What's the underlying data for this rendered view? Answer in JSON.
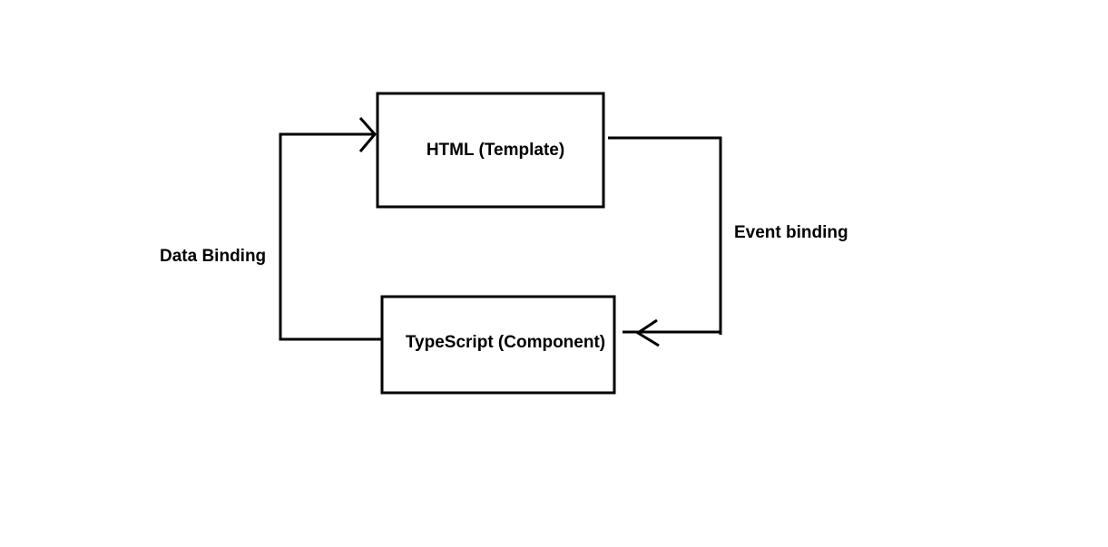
{
  "diagram": {
    "nodes": {
      "template": {
        "label": "HTML (Template)"
      },
      "component": {
        "label": "TypeScript (Component)"
      }
    },
    "edges": {
      "data_binding": {
        "label": "Data Binding",
        "from": "component",
        "to": "template"
      },
      "event_binding": {
        "label": "Event binding",
        "from": "template",
        "to": "component"
      }
    },
    "colors": {
      "stroke": "#000000",
      "background": "#ffffff",
      "text": "#000000"
    }
  }
}
